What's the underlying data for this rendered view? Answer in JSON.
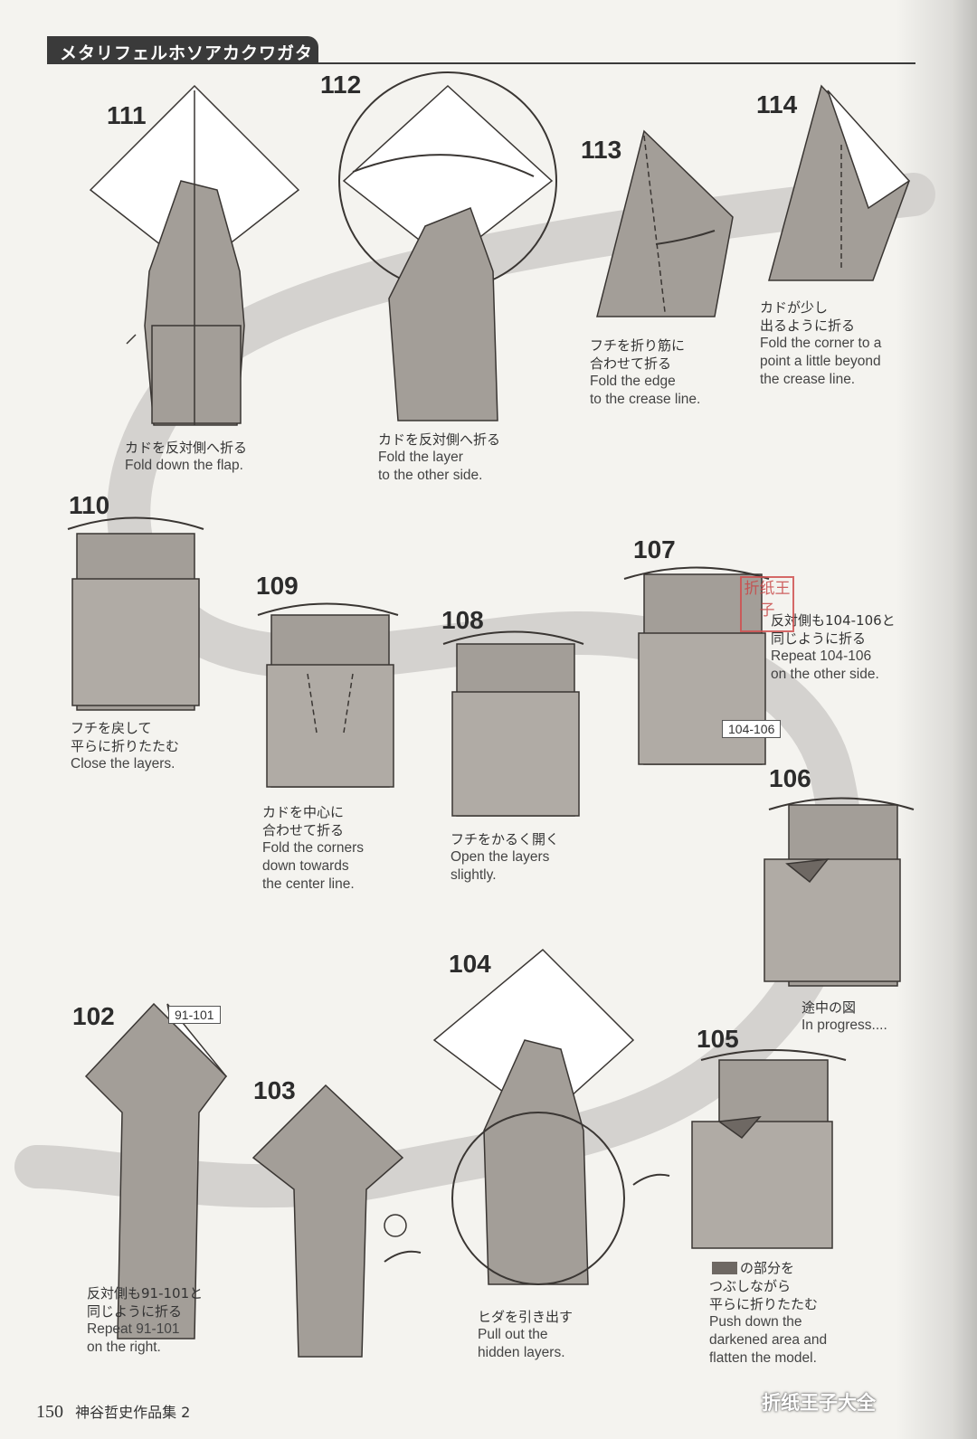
{
  "header": {
    "title": "メタリフェルホソアカクワガタ"
  },
  "steps": [
    {
      "id": "111",
      "jp": "カドを反対側へ折る",
      "en": "Fold down the flap."
    },
    {
      "id": "112",
      "jp": "カドを反対側へ折る",
      "en1": "Fold the layer",
      "en2": "to the other side."
    },
    {
      "id": "113",
      "jp1": "フチを折り筋に",
      "jp2": "合わせて折る",
      "en1": "Fold the edge",
      "en2": "to the crease line."
    },
    {
      "id": "114",
      "jp1": "カドが少し",
      "jp2": "出るように折る",
      "en1": "Fold the corner to a",
      "en2": "point a little beyond",
      "en3": "the crease line."
    },
    {
      "id": "110",
      "jp1": "フチを戻して",
      "jp2": "平らに折りたたむ",
      "en": "Close the layers."
    },
    {
      "id": "109",
      "jp1": "カドを中心に",
      "jp2": "合わせて折る",
      "en1": "Fold the corners",
      "en2": "down towards",
      "en3": "the center line."
    },
    {
      "id": "108",
      "jp": "フチをかるく開く",
      "en1": "Open the layers",
      "en2": "slightly."
    },
    {
      "id": "107",
      "jp1": "反対側も104-106と",
      "jp2": "同じように折る",
      "en1": "Repeat 104-106",
      "en2": "on the other side.",
      "ref": "104-106"
    },
    {
      "id": "106",
      "jp": "途中の図",
      "en": "In progress...."
    },
    {
      "id": "102",
      "jp1": "反対側も91-101と",
      "jp2": "同じように折る",
      "en1": "Repeat 91-101",
      "en2": "on the right.",
      "ref": "91-101"
    },
    {
      "id": "103"
    },
    {
      "id": "104",
      "jp": "ヒダを引き出す",
      "en1": "Pull out the",
      "en2": "hidden layers."
    },
    {
      "id": "105",
      "jp1": "の部分を",
      "jp2": "つぶしながら",
      "jp3": "平らに折りたたむ",
      "en1": "Push down the",
      "en2": "darkened area and",
      "en3": "flatten the model."
    }
  ],
  "stamp": "折纸王子",
  "footer": {
    "page": "150",
    "book": "神谷哲史作品集 2"
  },
  "watermark": "折纸王子大全",
  "colors": {
    "paper": "#a39e98",
    "paper_dark": "#6e6863",
    "line": "#3a3633",
    "path": "#cfcdca"
  }
}
